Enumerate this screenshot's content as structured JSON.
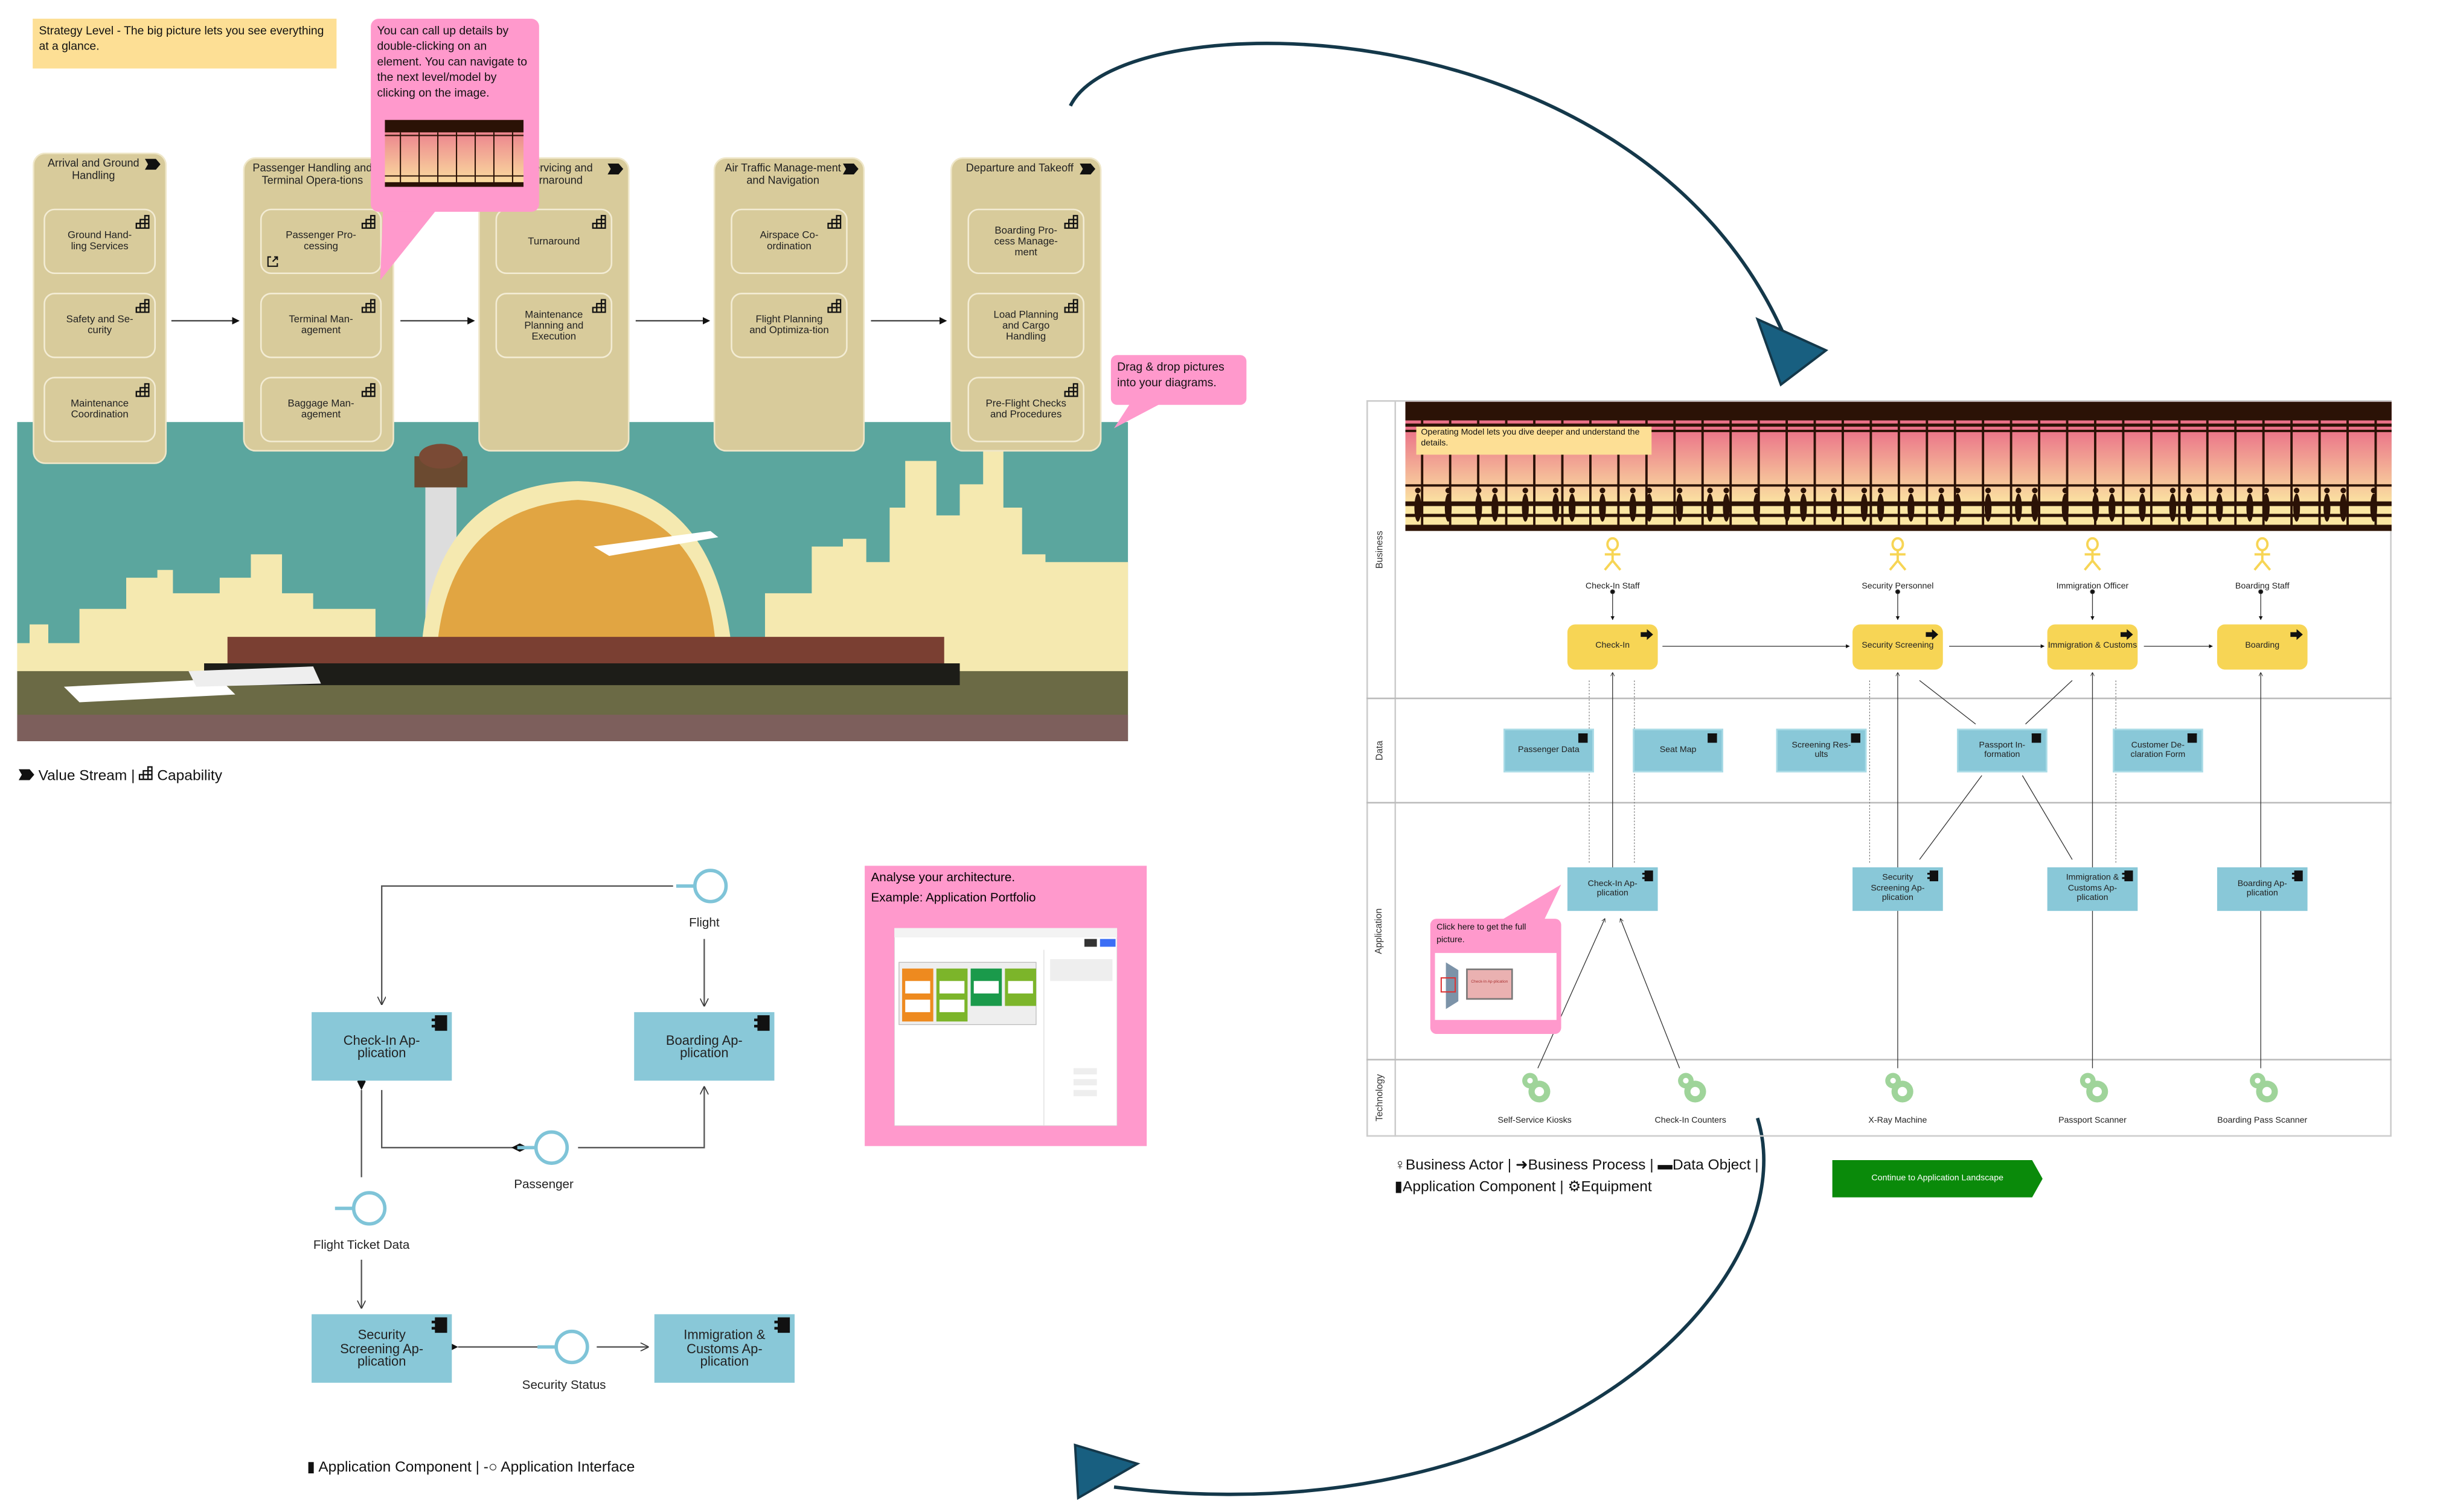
{
  "strategy": {
    "note": "Strategy Level - The big picture lets you see everything at a glance.",
    "callout_details": "You can call up details by double-clicking on an element. You can navigate to the next level/model by clicking on the image.",
    "callout_drag": "Drag & drop pictures into your diagrams.",
    "value_streams": [
      {
        "title": "Arrival and Ground Handling",
        "capabilities": [
          "Ground Hand-ling Services",
          "Safety and Se-curity",
          "Maintenance Coordination"
        ]
      },
      {
        "title": "Passenger Handling and Terminal Opera-tions",
        "capabilities": [
          "Passenger Pro-cessing",
          "Terminal Man-agement",
          "Baggage Man-agement"
        ]
      },
      {
        "title": "Servicing and Turnaround",
        "capabilities": [
          "Turnaround",
          "Maintenance Planning and Execution"
        ]
      },
      {
        "title": "Air Traffic Manage-ment and Navigation",
        "capabilities": [
          "Airspace Co-ordination",
          "Flight Planning and Optimiza-tion"
        ]
      },
      {
        "title": "Departure and Takeoff",
        "capabilities": [
          "Boarding Pro-cess Manage-ment",
          "Load Planning and Cargo Handling",
          "Pre-Flight Checks and Procedures"
        ]
      }
    ],
    "legend": {
      "value_stream": "Value Stream",
      "sep": "|",
      "capability": "Capability"
    }
  },
  "operating": {
    "note": "Operating Model lets you dive deeper and understand the details.",
    "lanes": [
      "Business",
      "Data",
      "Application",
      "Technology"
    ],
    "actors": [
      "Check-In Staff",
      "Security Personnel",
      "Immigration Officer",
      "Boarding Staff"
    ],
    "processes": [
      "Check-In",
      "Security Screening",
      "Immigration & Customs",
      "Boarding"
    ],
    "data_objects": [
      "Passenger Data",
      "Seat Map",
      "Screening Res-ults",
      "Passport In-formation",
      "Customer De-claration Form"
    ],
    "applications": [
      "Check-In Ap-plication",
      "Security Screening Ap-plication",
      "Immigration & Customs Ap-plication",
      "Boarding Ap-plication"
    ],
    "equipment": [
      "Self-Service Kiosks",
      "Check-In Counters",
      "X-Ray Machine",
      "Passport Scanner",
      "Boarding Pass Scanner"
    ],
    "callout": "Click here to get the full picture.",
    "callout_thumb_label": "Check-In Ap-plication",
    "legend_line1": [
      "Business Actor |",
      "Business Process |",
      "Data Object |"
    ],
    "legend_line2": [
      "Application Component |",
      "Equipment"
    ],
    "continue_button": "Continue to Application Landscape",
    "continue_color": "#0a8a0a"
  },
  "app_view": {
    "components": [
      "Check-In Ap-plication",
      "Boarding Ap-plication",
      "Security Screening Ap-plication",
      "Immigration & Customs Ap-plication"
    ],
    "interfaces": [
      "Flight",
      "Passenger",
      "Flight Ticket Data",
      "Security Status"
    ],
    "legend": {
      "component": "Application Component",
      "sep": "|",
      "interface": "Application Interface"
    },
    "analyse_callout": {
      "line1": "Analyse your architecture.",
      "line2": "Example: Application Portfolio"
    }
  },
  "colors": {
    "capability": "#d8cb9b",
    "callout": "#ff99cc",
    "note": "#fddf95",
    "process": "#f7d555",
    "app": "#89c8d8",
    "interface": "#7fc4d8",
    "gear": "#9fd49a",
    "arrow": "#14384a",
    "teal": "#5ba69e"
  }
}
